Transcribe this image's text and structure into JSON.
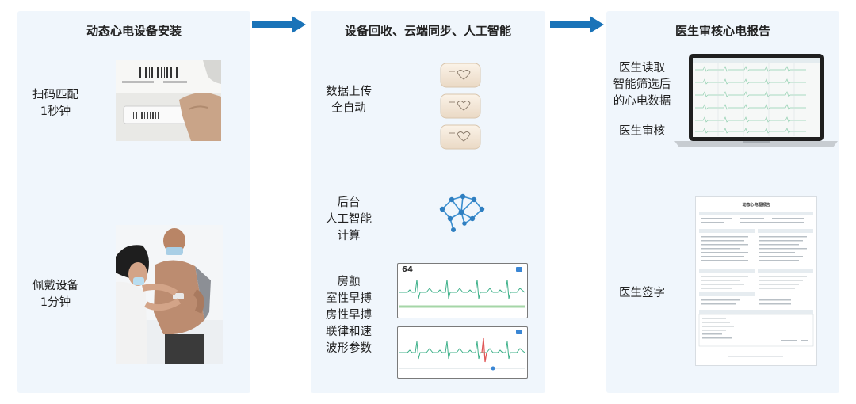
{
  "flow": {
    "step1": {
      "title": "动态心电设备安装",
      "scan_line1": "扫码匹配",
      "scan_line2": "1秒钟",
      "wear_line1": "佩戴设备",
      "wear_line2": "1分钟"
    },
    "step2": {
      "title": "设备回收、云端同步、人工智能",
      "upload_line1": "数据上传",
      "upload_line2": "全自动",
      "ai_line1": "后台",
      "ai_line2": "人工智能",
      "ai_line3": "计算",
      "detect_lines": [
        "房颤",
        "室性早搏",
        "房性早搏",
        "联律和速",
        "波形参数"
      ],
      "ecg_heart_rate": "64"
    },
    "step3": {
      "title": "医生审核心电报告",
      "read_line1": "医生读取",
      "read_line2": "智能筛选后",
      "read_line3": "的心电数据",
      "review": "医生审核",
      "sign": "医生签字",
      "report_title": "动态心电图报告"
    }
  },
  "colors": {
    "accent": "#1a73b8",
    "panel_bg": "#f0f6fc",
    "ecg_green": "#3fb18a"
  }
}
